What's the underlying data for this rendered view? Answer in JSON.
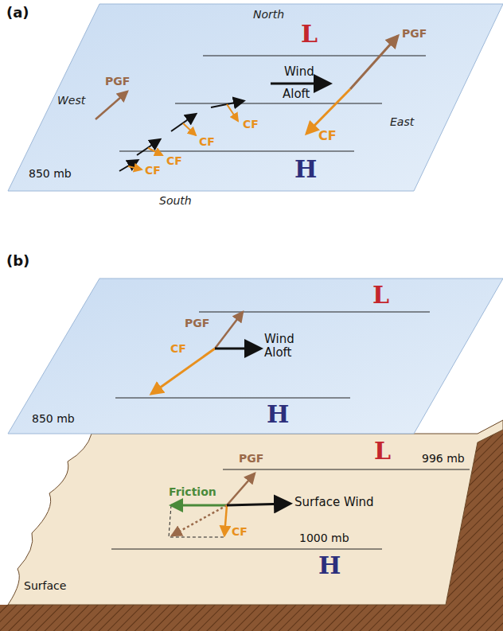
{
  "diagram": {
    "labels": [
      "(a)",
      "North",
      "L",
      "PGF",
      "West",
      "PGF",
      "Wind",
      "Aloft",
      "East",
      "CF",
      "CF",
      "CF",
      "CF",
      "CF",
      "850 mb",
      "H",
      "South",
      "(b)",
      "L",
      "PGF",
      "Wind Aloft",
      "CF",
      "850 mb",
      "H",
      "L",
      "996 mb",
      "Friction",
      "PGF",
      "Surface Wind",
      "CF",
      "1000 mb",
      "Surface",
      "H"
    ]
  }
}
